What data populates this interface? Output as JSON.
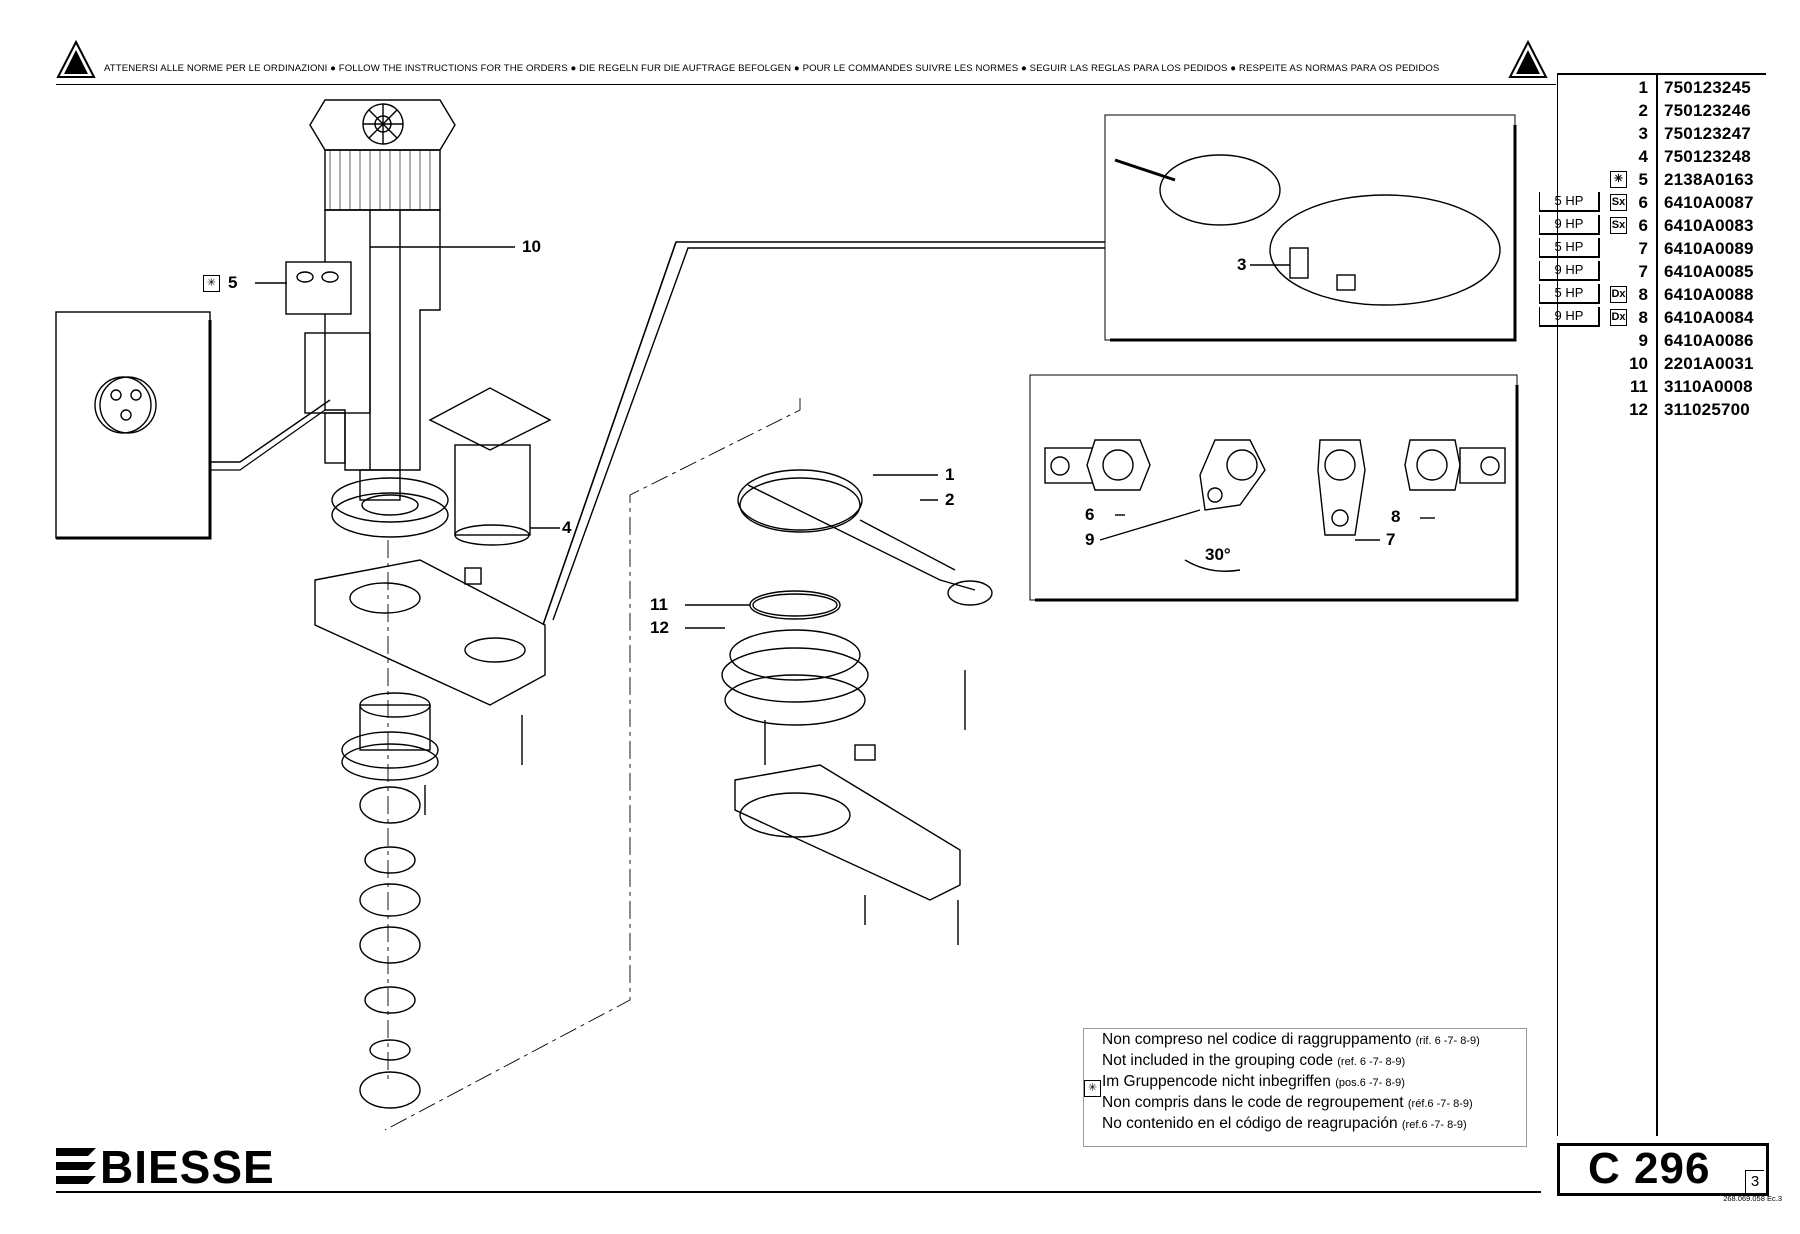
{
  "header": {
    "instructions": "ATTENERSI ALLE NORME PER LE ORDINAZIONI  ●  FOLLOW THE INSTRUCTIONS FOR THE ORDERS  ●  DIE REGELN FUR DIE AUFTRAGE BEFOLGEN  ●  POUR LE COMMANDES SUIVRE LES NORMES  ●  SEGUIR LAS REGLAS PARA LOS PEDIDOS  ●  RESPEITE AS NORMAS PARA OS PEDIDOS"
  },
  "parts": [
    {
      "pos": "1",
      "code": "750123245",
      "hp": "",
      "symbol": ""
    },
    {
      "pos": "2",
      "code": "750123246",
      "hp": "",
      "symbol": ""
    },
    {
      "pos": "3",
      "code": "750123247",
      "hp": "",
      "symbol": ""
    },
    {
      "pos": "4",
      "code": "750123248",
      "hp": "",
      "symbol": ""
    },
    {
      "pos": "5",
      "code": "2138A0163",
      "hp": "",
      "symbol": "✳"
    },
    {
      "pos": "6",
      "code": "6410A0087",
      "hp": "5 HP",
      "symbol": "Sx"
    },
    {
      "pos": "6",
      "code": "6410A0083",
      "hp": "9 HP",
      "symbol": "Sx"
    },
    {
      "pos": "7",
      "code": "6410A0089",
      "hp": "5 HP",
      "symbol": ""
    },
    {
      "pos": "7",
      "code": "6410A0085",
      "hp": "9 HP",
      "symbol": ""
    },
    {
      "pos": "8",
      "code": "6410A0088",
      "hp": "5 HP",
      "symbol": "Dx"
    },
    {
      "pos": "8",
      "code": "6410A0084",
      "hp": "9 HP",
      "symbol": "Dx"
    },
    {
      "pos": "9",
      "code": "6410A0086",
      "hp": "",
      "symbol": ""
    },
    {
      "pos": "10",
      "code": "2201A0031",
      "hp": "",
      "symbol": ""
    },
    {
      "pos": "11",
      "code": "3110A0008",
      "hp": "",
      "symbol": ""
    },
    {
      "pos": "12",
      "code": "311025700",
      "hp": "",
      "symbol": ""
    }
  ],
  "callouts": {
    "c1": "1",
    "c2": "2",
    "c3": "3",
    "c4": "4",
    "c5": "5",
    "c6": "6",
    "c7": "7",
    "c8": "8",
    "c9": "9",
    "c10": "10",
    "c11": "11",
    "c12": "12",
    "angle": "30°",
    "star": "✳"
  },
  "notes": {
    "star": "✳",
    "lines": [
      {
        "text": "Non compreso nel codice di raggruppamento",
        "ref": "(rif. 6 -7- 8-9)"
      },
      {
        "text": "Not included in the grouping code",
        "ref": "(ref. 6 -7- 8-9)"
      },
      {
        "text": "Im Gruppencode nicht inbegriffen",
        "ref": "(pos.6 -7- 8-9)"
      },
      {
        "text": "Non compris dans le code de regroupement",
        "ref": "(réf.6 -7- 8-9)"
      },
      {
        "text": "No contenido en el código de reagrupación",
        "ref": "(ref.6 -7- 8-9)"
      }
    ]
  },
  "footer": {
    "brand": "BIESSE",
    "drawing_code": "C 296",
    "sheet": "3",
    "doc_ref": "268.069.058 Ec.3"
  }
}
